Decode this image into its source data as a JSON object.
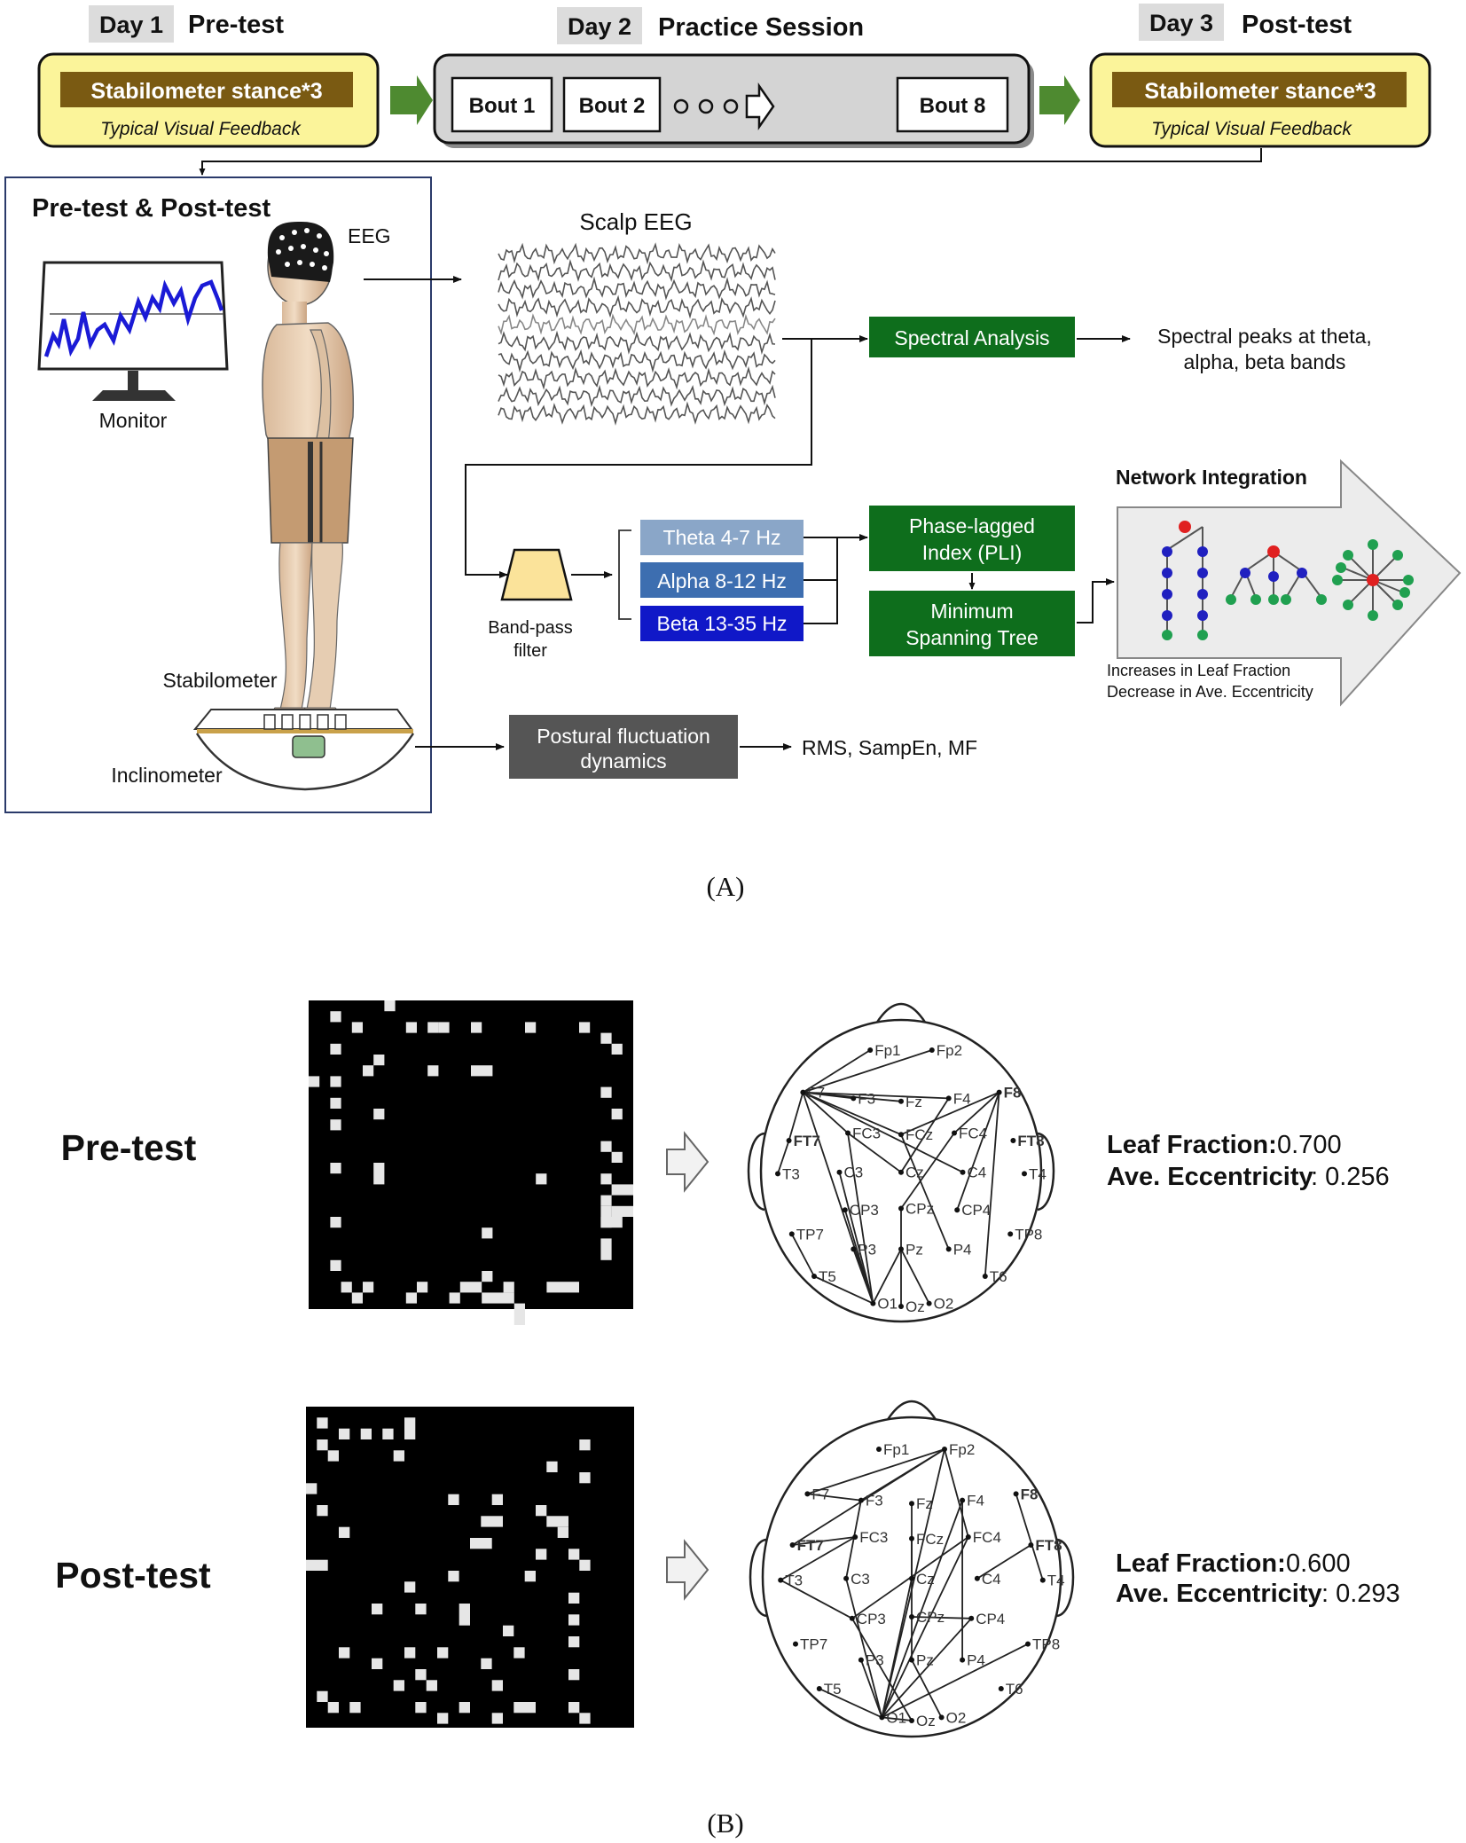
{
  "timeline": {
    "day1": {
      "day": "Day 1",
      "title": "Pre-test",
      "box_label": "Stabilometer stance*3",
      "box_sub": "Typical Visual Feedback"
    },
    "day2": {
      "day": "Day 2",
      "title": "Practice Session",
      "bouts": [
        "Bout 1",
        "Bout 2",
        "Bout 8"
      ]
    },
    "day3": {
      "day": "Day 3",
      "title": "Post-test",
      "box_label": "Stabilometer stance*3",
      "box_sub": "Typical Visual Feedback"
    }
  },
  "setup": {
    "title": "Pre-test & Post-test",
    "eeg_label": "EEG",
    "monitor_label": "Monitor",
    "stabilometer_label": "Stabilometer",
    "inclinometer_label": "Inclinometer"
  },
  "pipeline": {
    "scalp_eeg": "Scalp EEG",
    "spectral_analysis": "Spectral Analysis",
    "spectral_result": [
      "Spectral peaks at theta,",
      "alpha, beta bands"
    ],
    "bandpass": [
      "Band-pass",
      "filter"
    ],
    "bands": [
      "Theta 4-7 Hz",
      "Alpha 8-12 Hz",
      "Beta 13-35 Hz"
    ],
    "pli": [
      "Phase-lagged",
      "Index (PLI)"
    ],
    "mst": [
      "Minimum",
      "Spanning Tree"
    ],
    "network_title": "Network Integration",
    "network_notes": [
      "Increases in Leaf Fraction",
      "Decrease in Ave. Eccentricity"
    ],
    "postural": [
      "Postural fluctuation",
      "dynamics"
    ],
    "postural_result": "RMS, SampEn, MF"
  },
  "panel_a_label": "(A)",
  "panel_b_label": "(B)",
  "rows": [
    {
      "label": "Pre-test",
      "leaf_key": "Leaf Fraction:",
      "leaf_value": " 0.700",
      "ecc_key": "Ave. Eccentricity",
      "ecc_value": ": 0.256",
      "electrodes": [
        "Fp1",
        "Fp2",
        "F8",
        "F7",
        "F3",
        "Fz",
        "F4",
        "FC3",
        "FCz",
        "FC4",
        "FT7",
        "FT8",
        "T3",
        "C3",
        "Cz",
        "C4",
        "T4",
        "CP3",
        "CPz",
        "CP4",
        "TP7",
        "TP8",
        "P3",
        "Pz",
        "P4",
        "T5",
        "T6",
        "O1",
        "Oz",
        "O2"
      ]
    },
    {
      "label": "Post-test",
      "leaf_key": "Leaf Fraction:",
      "leaf_value": " 0.600",
      "ecc_key": "Ave. Eccentricity",
      "ecc_value": ": 0.293",
      "electrodes": [
        "Fp1",
        "Fp2",
        "F8",
        "F7",
        "F3",
        "Fz",
        "F4",
        "FC3",
        "FCz",
        "FC4",
        "FT7",
        "FT8",
        "T3",
        "C3",
        "Cz",
        "C4",
        "T4",
        "CP3",
        "CPz",
        "CP4",
        "TP7",
        "TP8",
        "P3",
        "Pz",
        "P4",
        "T5",
        "T6",
        "O1",
        "Oz",
        "O2"
      ]
    }
  ],
  "colors": {
    "yellow_box": "#fbf49a",
    "brown_band": "#7a5a12",
    "green_box": "#0e6e1c",
    "green_arrow": "#4e8a30",
    "theta": "#8aa6c8",
    "alpha": "#3d6eb0",
    "beta": "#1018c8",
    "dark_box": "#555555",
    "trace": "#1a1ad6"
  }
}
